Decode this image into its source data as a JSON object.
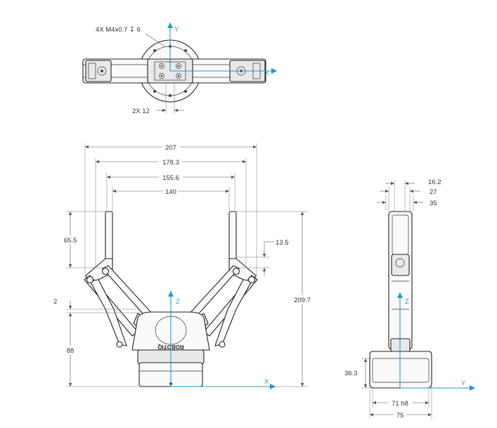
{
  "top_view": {
    "hole_note": "4X M4x0.7 ↧ 6",
    "width_note": "2X 12",
    "axis_y": "Y",
    "axis_x": "X"
  },
  "front_view": {
    "dim_207": "207",
    "dim_178_3": "178.3",
    "dim_155_6": "155.6",
    "dim_140": "140",
    "dim_65_5": "65.5",
    "dim_13_5": "13.5",
    "dim_2": "2",
    "dim_88": "88",
    "dim_209_7": "209.7",
    "axis_z": "Z",
    "axis_x": "X",
    "logo_text": "ROBOTIQ"
  },
  "side_view": {
    "dim_16_2": "16.2",
    "dim_27": "27",
    "dim_35": "35",
    "dim_36_3": "36.3",
    "dim_71_h8": "71 h8",
    "dim_75": "75",
    "axis_z": "Z",
    "axis_y": "Y"
  },
  "colors": {
    "axis": "#1a9ad6",
    "line": "#222222",
    "dimension": "#555555"
  }
}
